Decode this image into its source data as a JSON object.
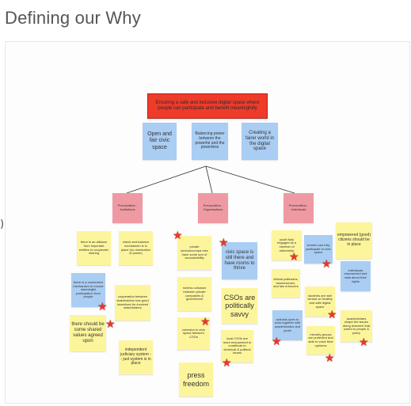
{
  "page": {
    "title": "Defining our Why"
  },
  "nav": {
    "left_chevron": ")"
  },
  "board": {
    "goal": "Ensuring a safe and inclusive digital space where people can participate and benefit meaningfully",
    "aims": [
      "Open and fair civic space",
      "Balancing power between the powerful and the powerless",
      "Creating a fairer world in the digital space"
    ],
    "preconditions": [
      "Precondition - Institutions",
      "Precondition - Organisations",
      "Precondition - Individuals"
    ],
    "notes": {
      "n1": "there is an alliance from important entities to cooperate/ sharing",
      "n2": "check and balance mechanism is in place (no domination of power)",
      "n3": "there is a connection mechanism to ensure meaningful participation from people",
      "n4": "cooperation between stakeholders has good incentives for involved stakeholders",
      "n5": "there should be some shared values agreed upon",
      "n6": "independent judiciary system -- just system is in place",
      "n7": "private sectors/compa nies have some sort of accountability",
      "n8": "civic space is still there and have rooms to thrive",
      "n9": "no/less collusion between private companies & government",
      "n10": "CSOs are politically savvy",
      "n11": "cohesion in civic space between CSOs",
      "n12": "local CSOs are more empowered to contribute to technical & political issues",
      "n13": "press freedom",
      "n14": "youth fully engaged as a member of citizenship",
      "n15": "women can fully participate in civic space",
      "n16": "empowered (good) citizens should be in place",
      "n17": "individuals empowered and data about their rights",
      "n18": "ethical politicians, businessmen, and law enforcers",
      "n19": "students are well versed on healthy and safe digital space",
      "n20": "activists open to work together with academicians and youth",
      "n21": "minority groups are protected and able to voice their opinions",
      "n22": "academicians shape the issues along research that useful to people & policy"
    }
  },
  "colors": {
    "goal": "#ef3b2a",
    "aim": "#a9cdf3",
    "precondition": "#ef9aa3",
    "sticky": "#fdf59c",
    "star": "#e8382a"
  },
  "icons": {
    "star": "star-icon",
    "chevron": "chevron-left-icon"
  }
}
